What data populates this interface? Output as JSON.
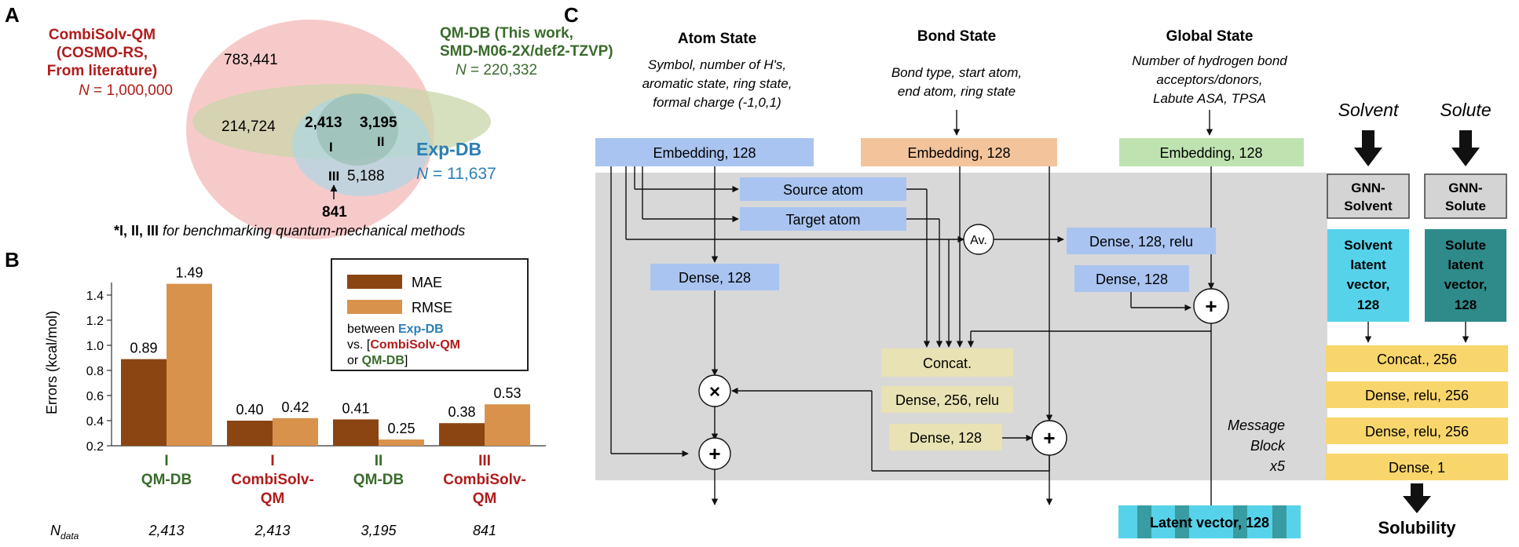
{
  "panel_a": {
    "letter": "A",
    "combisolv": {
      "line1": "CombiSolv-QM",
      "line2": "(COSMO-RS,",
      "line3": "From literature)",
      "n_label": "N",
      "n_value": " = 1,000,000"
    },
    "qmdb": {
      "line1": "QM-DB (This work,",
      "line2": "SMD-M06-2X/def2-TZVP)",
      "n_label": "N",
      "n_value": " = 220,332"
    },
    "expdb": {
      "line1": "Exp-DB",
      "n_label": "N",
      "n_value": " = 11,637"
    },
    "counts": {
      "combisolv_only": "783,441",
      "combi_qm": "214,724",
      "all_three": "2,413",
      "qm_exp": "3,195",
      "exp_only": "5,188",
      "combi_exp": "841"
    },
    "regions": {
      "r1": "I",
      "r2": "II",
      "r3": "III"
    },
    "footnote_bold": "*I, II, III",
    "footnote_italic": " for benchmarking quantum-mechanical methods"
  },
  "panel_b": {
    "letter": "B",
    "legend": {
      "mae": "MAE",
      "rmse": "RMSE",
      "between": "between ",
      "expdb": "Exp-DB",
      "vs": "vs. [",
      "combisolv": "CombiSolv-QM",
      "or": "or ",
      "qmdb": "QM-DB",
      "close": "]"
    },
    "ndata_label": "N",
    "ndata_sub": "data"
  },
  "chart_data": {
    "type": "bar",
    "ylabel": "Errors (kcal/mol)",
    "ylim": [
      0.2,
      1.5
    ],
    "yticks": [
      "0.2",
      "0.4",
      "0.6",
      "0.8",
      "1.0",
      "1.2",
      "1.4"
    ],
    "groups": [
      {
        "roman": "I",
        "line1": "QM-DB",
        "line2": "",
        "color": "#3a6b2c",
        "ndata": "2,413"
      },
      {
        "roman": "I",
        "line1": "CombiSolv-",
        "line2": "QM",
        "color": "#b01c1c",
        "ndata": "2,413"
      },
      {
        "roman": "II",
        "line1": "QM-DB",
        "line2": "",
        "color": "#3a6b2c",
        "ndata": "3,195"
      },
      {
        "roman": "III",
        "line1": "CombiSolv-",
        "line2": "QM",
        "color": "#b01c1c",
        "ndata": "841"
      }
    ],
    "series": [
      {
        "name": "MAE",
        "color": "#8b4513",
        "values": [
          0.89,
          0.4,
          0.41,
          0.38
        ],
        "labels": [
          "0.89",
          "0.40",
          "0.41",
          "0.38"
        ]
      },
      {
        "name": "RMSE",
        "color": "#d9924b",
        "values": [
          1.49,
          0.42,
          0.25,
          0.53
        ],
        "labels": [
          "1.49",
          "0.42",
          "0.25",
          "0.53"
        ]
      }
    ]
  },
  "panel_c": {
    "letter": "C",
    "atom": {
      "title": "Atom State",
      "d1": "Symbol, number of H's,",
      "d2": "aromatic state, ring state,",
      "d3": "formal charge (-1,0,1)"
    },
    "bond": {
      "title": "Bond State",
      "d1": "Bond type, start atom,",
      "d2": "end atom, ring state"
    },
    "global": {
      "title": "Global State",
      "d1": "Number of hydrogen bond",
      "d2": "acceptors/donors,",
      "d3": "Labute ASA, TPSA"
    },
    "emb_atom": "Embedding, 128",
    "emb_bond": "Embedding, 128",
    "emb_global": "Embedding, 128",
    "source_atom": "Source atom",
    "target_atom": "Target atom",
    "av": "Av.",
    "dense_relu_128": "Dense, 128, relu",
    "dense_128_atom": "Dense, 128",
    "dense_128_global": "Dense, 128",
    "concat": "Concat.",
    "dense_256_relu": "Dense, 256, relu",
    "dense_128_bond": "Dense, 128",
    "plus": "+",
    "times": "×",
    "msg1": "Message",
    "msg2": "Block",
    "msg3": "x5",
    "latent": "Latent vector, 128",
    "solvent": "Solvent",
    "solute": "Solute",
    "gnn_solvent1": "GNN-",
    "gnn_solvent2": "Solvent",
    "gnn_solute1": "GNN-",
    "gnn_solute2": "Solute",
    "lv_solvent": [
      "Solvent",
      "latent",
      "vector,",
      "128"
    ],
    "lv_solute": [
      "Solute",
      "latent",
      "vector,",
      "128"
    ],
    "concat256": "Concat., 256",
    "dense_relu_256_a": "Dense, relu, 256",
    "dense_relu_256_b": "Dense, relu, 256",
    "dense_1": "Dense, 1",
    "solubility": "Solubility"
  },
  "colors": {
    "combisolv": "#b01c1c",
    "qmdb": "#3a6b2c",
    "expdb": "#2a7fb5",
    "atom_box": "#a9c4f0",
    "bond_box": "#f3c49c",
    "global_box": "#bfe3b0",
    "concat_box": "#e8e2b4",
    "message_bg": "#d8d8d8",
    "yellow": "#f9d66b",
    "cyan": "#56d3ea",
    "teal": "#2f8a8a",
    "grey_box": "#d4d4d4"
  }
}
